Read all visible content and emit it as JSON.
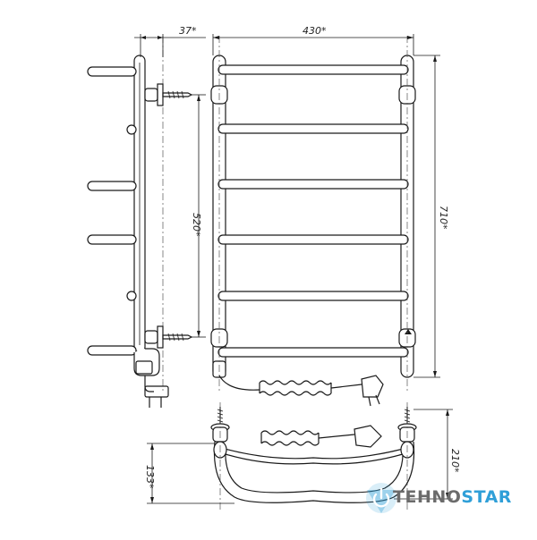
{
  "dimensions": {
    "top_depth": "37*",
    "top_width": "430*",
    "mount_spacing": "520*",
    "total_height": "710*",
    "bottom_depth": "133*",
    "plan_depth": "210*"
  },
  "logo": {
    "text_part1": "TEHNO",
    "text_part2": "STAR",
    "icon": "power-icon",
    "accent_color": "#2f9fd8",
    "text_color": "#6b6b6b"
  }
}
